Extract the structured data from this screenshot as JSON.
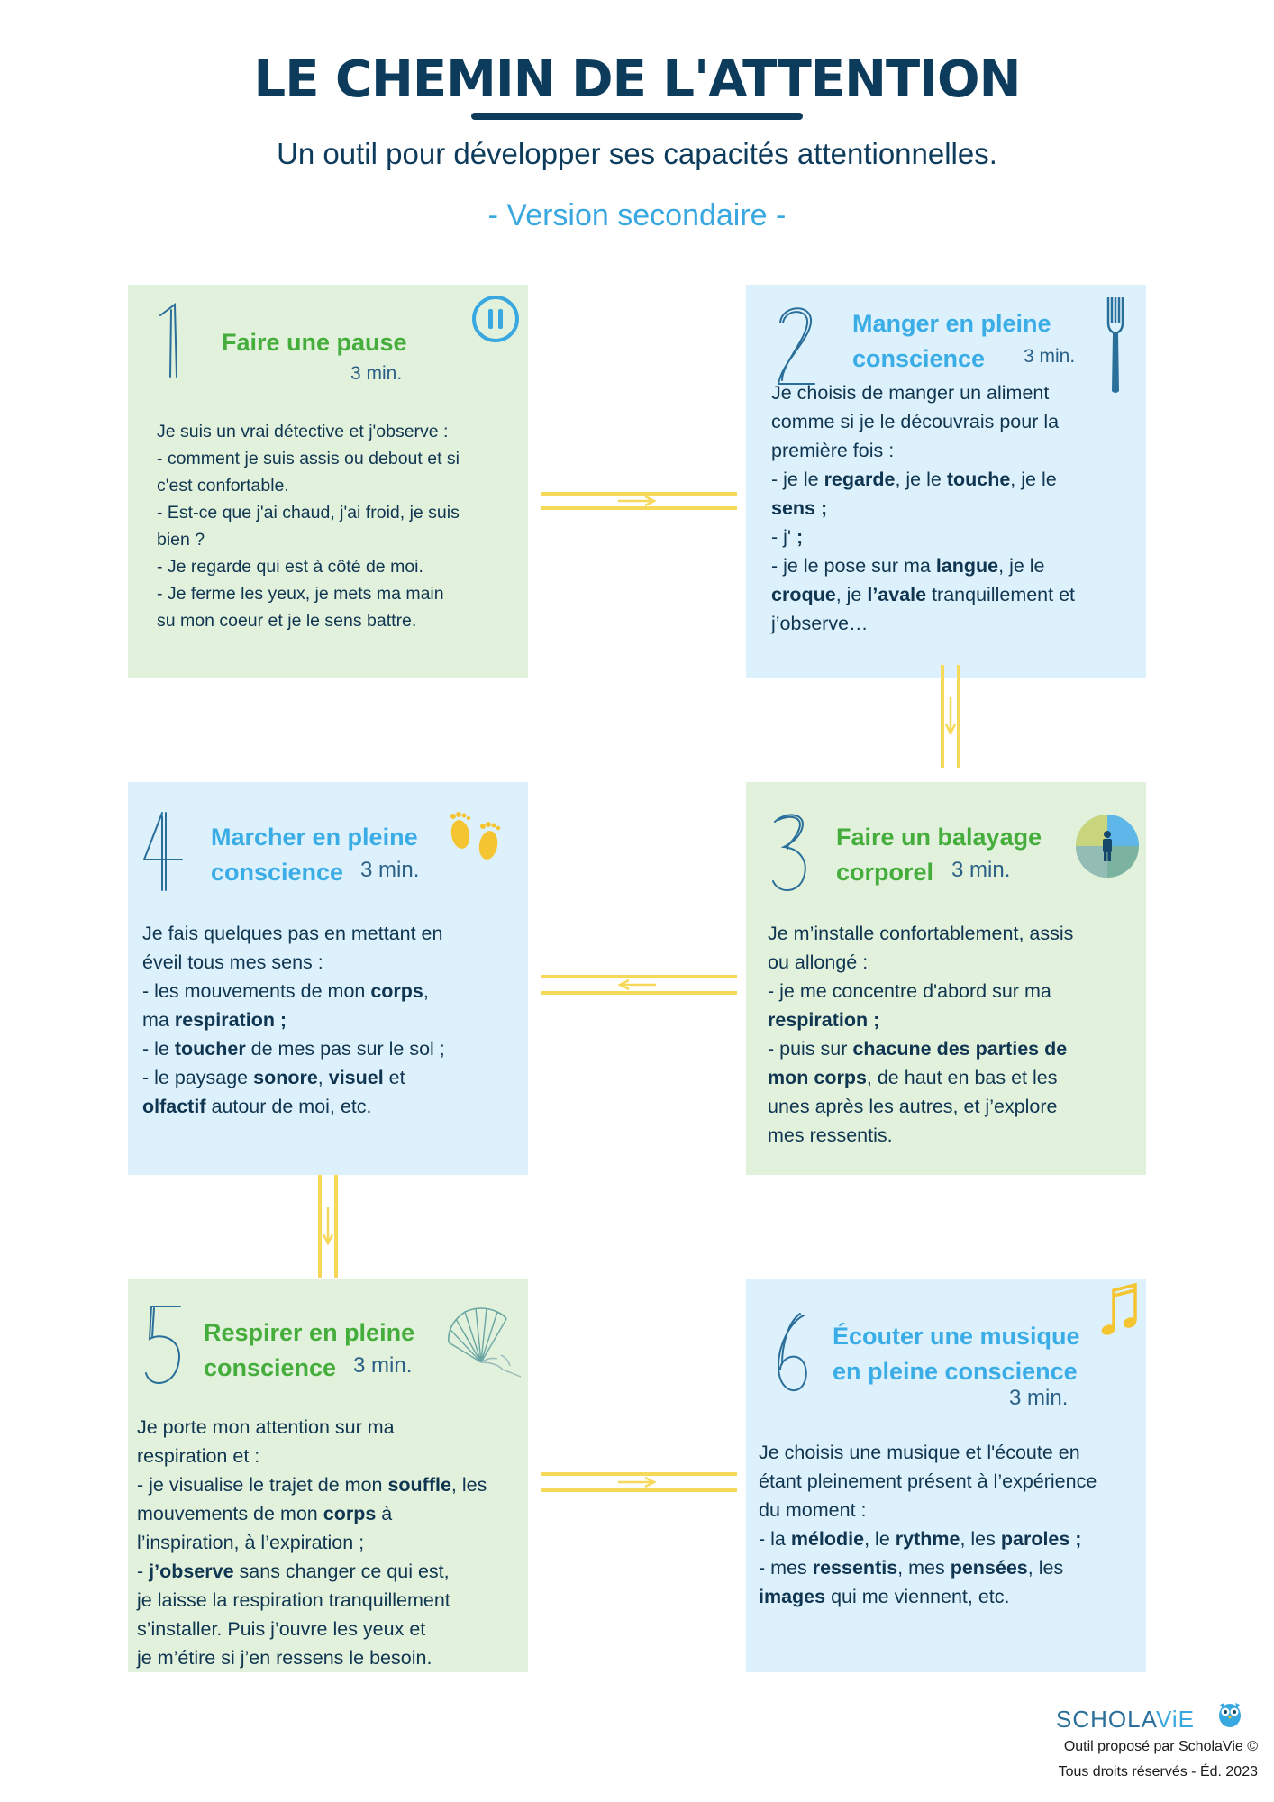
{
  "header": {
    "title": "LE CHEMIN DE L'ATTENTION",
    "subtitle": "Un outil pour développer ses capacités attentionnelles.",
    "version": "- Version secondaire -"
  },
  "colors": {
    "navy": "#0d3b5c",
    "accent_blue": "#3aa8e0",
    "accent_green": "#45ad3b",
    "card_green": "#e2f1dc",
    "card_blue": "#ddf1fc",
    "arrow_yellow": "#f7d95a"
  },
  "steps": [
    {
      "number": "1",
      "title": "Faire une pause",
      "duration": "3 min.",
      "icon": "pause-icon",
      "lines": [
        "Je suis un vrai détective et j'observe :",
        "- comment je suis assis ou debout et si",
        "c'est confortable.",
        "- Est-ce que j'ai chaud, j'ai froid, je suis",
        "bien ?",
        "- Je regarde qui est à côté de moi.",
        "- Je ferme les yeux, je mets ma main",
        "su mon coeur et je le sens battre."
      ]
    },
    {
      "number": "2",
      "title_l1": "Manger en pleine",
      "title_l2": "conscience",
      "duration": "3 min.",
      "icon": "fork-icon",
      "body": {
        "a": "Je choisis de manger un aliment",
        "b": "comme si je le découvrais pour la",
        "c": "première fois :",
        "d1": "- je le ",
        "d2": "regarde",
        "d3": ", je le ",
        "d4": "touche",
        "d5": ", je le",
        "e1": "sens ;",
        "f1": "- j' ",
        "f2": ";",
        "g1": "- je le pose sur ma ",
        "g2": "langue",
        "g3": ", je le",
        "h1": "croque",
        "h2": ", je ",
        "h3": "l’avale",
        "h4": " tranquillement et",
        "i": "j’observe…"
      }
    },
    {
      "number": "3",
      "title_l1": "Faire un balayage",
      "title_l2": "corporel",
      "duration": "3 min.",
      "icon": "body-scan-icon",
      "body": {
        "a": "Je m’installe confortablement, assis",
        "b": "ou allongé :",
        "c": "- je me concentre d'abord sur ma",
        "d1": "respiration ;",
        "e1": "- puis sur ",
        "e2": "chacune des parties de",
        "f1": "mon corps",
        "f2": ", de haut en bas et les",
        "g": "unes après les autres, et j’explore",
        "h": "mes ressentis."
      }
    },
    {
      "number": "4",
      "title_l1": "Marcher en pleine",
      "title_l2": "conscience",
      "duration": "3 min.",
      "icon": "footprints-icon",
      "body": {
        "a": "Je fais quelques pas en mettant en",
        "b": "éveil tous mes sens :",
        "c1": "- les mouvements de mon ",
        "c2": "corps",
        "c3": ",",
        "d1": "ma ",
        "d2": "respiration ;",
        "e1": "- le ",
        "e2": "toucher",
        "e3": " de mes pas sur le sol ;",
        "f1": "- le paysage ",
        "f2": "sonore",
        "f3": ", ",
        "f4": "visuel",
        "f5": " et",
        "g1": "olfactif",
        "g2": " autour de moi, etc."
      }
    },
    {
      "number": "5",
      "title_l1": "Respirer en pleine",
      "title_l2": "conscience",
      "duration": "3 min.",
      "icon": "hand-fan-icon",
      "body": {
        "a": "Je porte mon attention sur ma",
        "b": "respiration et :",
        "c1": "- je visualise le trajet de mon ",
        "c2": "souffle",
        "c3": ", les",
        "d1": "mouvements de mon ",
        "d2": "corps",
        "d3": " à",
        "e": "l’inspiration, à l’expiration ;",
        "f1": "- ",
        "f2": "j’observe",
        "f3": " sans changer ce qui est,",
        "g": "je laisse la respiration tranquillement",
        "h": "s’installer. Puis j’ouvre les yeux et",
        "i": "je m’étire si j’en ressens le besoin."
      }
    },
    {
      "number": "6",
      "title_l1": "Écouter une musique",
      "title_l2": "en pleine conscience",
      "duration": "3 min.",
      "icon": "music-note-icon",
      "body": {
        "a": "Je choisis une musique et l'écoute en",
        "b": "étant pleinement présent à l’expérience",
        "c": "du moment :",
        "d1": "- la ",
        "d2": "mélodie",
        "d3": ", le ",
        "d4": "rythme",
        "d5": ", les ",
        "d6": "paroles ;",
        "e1": "- mes ",
        "e2": "ressentis",
        "e3": ", mes ",
        "e4": "pensées",
        "e5": ", les",
        "f1": "images",
        "f2": " qui me viennent, etc."
      }
    }
  ],
  "footer": {
    "brand_a": "SCHOLA",
    "brand_b": "ViE",
    "line1": "Outil proposé par ScholaVie ©",
    "line2": "Tous droits réservés - Éd. 2023"
  }
}
